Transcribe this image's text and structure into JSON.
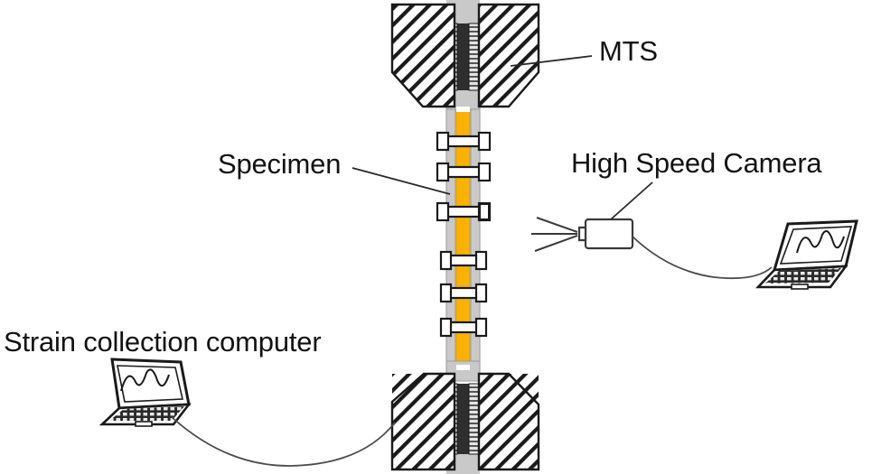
{
  "figure": {
    "kind": "experimental-setup-schematic",
    "description": "Schematic of an MTS tensile testing setup with an instrumented specimen, a high speed camera and two data-collection laptops",
    "background_color": "#ffffff"
  },
  "labels": {
    "mts": "MTS",
    "specimen": "Specimen",
    "high_speed_camera": "High Speed Camera",
    "strain_collection_computer": "Strain collection computer"
  },
  "colors": {
    "core_yellow": "#F9B200",
    "plate_gray": "#C9C9C9",
    "grip_dark": "#2E2E2E",
    "outline": "#1A1A1A",
    "hatch": "#1A1A1A",
    "cable": "#4A4A4A",
    "text": "#121212",
    "white": "#ffffff"
  },
  "components": {
    "upper_grip": {
      "name": "MTS upper hydraulic wedge grip",
      "hatched": true,
      "jaw_count": 2
    },
    "lower_grip": {
      "name": "MTS lower hydraulic wedge grip",
      "hatched": true,
      "jaw_count": 2
    },
    "specimen_column": {
      "name": "bolted specimen column",
      "core_color": "#F9B200",
      "side_plate_color": "#C9C9C9",
      "bolt_rows": 6
    },
    "camera": {
      "name": "high speed camera",
      "flash_ray_count": 3
    },
    "laptop_right": {
      "name": "camera data laptop",
      "screen_trace": "sine-wave"
    },
    "laptop_left": {
      "name": "strain collection laptop",
      "screen_trace": "sine-wave"
    },
    "cables": [
      {
        "name": "camera-to-laptop-cable"
      },
      {
        "name": "strain-laptop-to-lower-grip-cable"
      }
    ]
  },
  "leader_lines": [
    {
      "name": "mts-leader",
      "from": "MTS",
      "to": "upper grip jaw"
    },
    {
      "name": "specimen-leader",
      "from": "Specimen",
      "to": "specimen column"
    },
    {
      "name": "camera-leader",
      "from": "High Speed Camera",
      "to": "camera body"
    }
  ]
}
